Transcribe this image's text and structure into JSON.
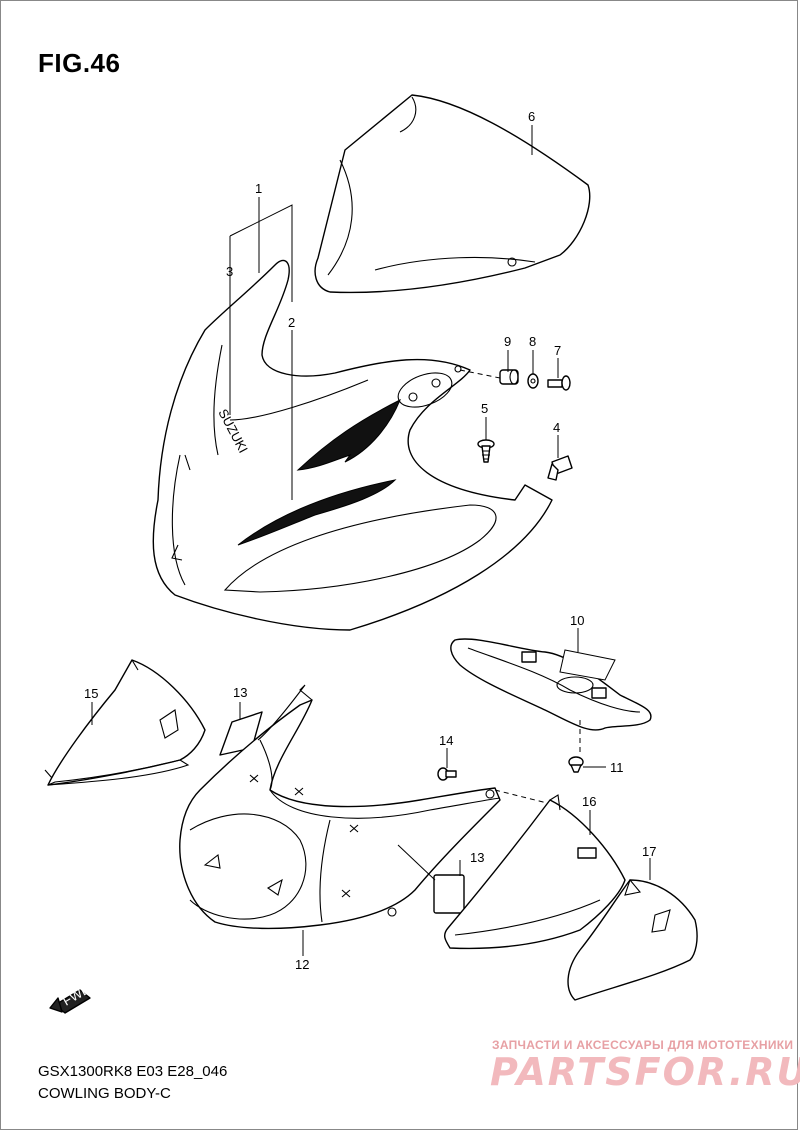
{
  "figure": {
    "title": "FIG.46"
  },
  "model": {
    "code": "GSX1300RK8 E03 E28_046",
    "name": "COWLING BODY-C"
  },
  "watermark": {
    "tagline": "ЗАПЧАСТИ И АКСЕССУАРЫ ДЛЯ МОТОТЕХНИКИ",
    "logo": "PARTSFOR.RU",
    "color": "#f2b9bd"
  },
  "badges": {
    "fwd": "FWD",
    "brand": "SUZUKI"
  },
  "callouts": [
    "1",
    "2",
    "3",
    "4",
    "5",
    "6",
    "7",
    "8",
    "9",
    "10",
    "11",
    "12",
    "13",
    "13",
    "14",
    "15",
    "16",
    "17"
  ]
}
